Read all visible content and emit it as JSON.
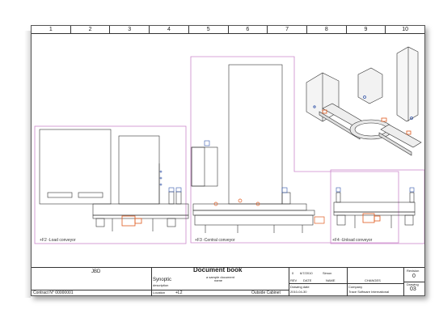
{
  "columns": [
    "1",
    "2",
    "3",
    "4",
    "5",
    "6",
    "7",
    "8",
    "9",
    "10"
  ],
  "drawing": {
    "conveyor_labels": [
      "+F2 -Load conveyor",
      "+F3 -Central conveyor",
      "+F4 -Unload conveyor"
    ]
  },
  "titleblock": {
    "company_code": "JBD",
    "doc_title": "Document book",
    "doc_subtitle": "a sample document",
    "doc_subtitle2": "name",
    "synoptic": "Synoptic",
    "synoptic_sub": "description",
    "location_label": "Location",
    "location": "+L2",
    "cabinet": "Outside Cabinet",
    "contract": "Contract N° 00000001",
    "rev_row": {
      "index": "0",
      "date": "6/7/2010",
      "name": "Simon"
    },
    "rev_headers": {
      "rev": "REV",
      "date": "DATE",
      "name": "NAME",
      "changes": "CHANGES"
    },
    "drawn_label": "Drawing date",
    "drawn_date": "2010-04-30",
    "company_label": "Company",
    "company": "Trace Software International",
    "revision_label": "Revision",
    "revision": "0",
    "drawing_label": "Drawing",
    "drawing_no": "03"
  },
  "colors": {
    "frame": "#cc88cc",
    "accent": "#e05a1e",
    "blue": "#3355aa",
    "line": "#333333"
  }
}
